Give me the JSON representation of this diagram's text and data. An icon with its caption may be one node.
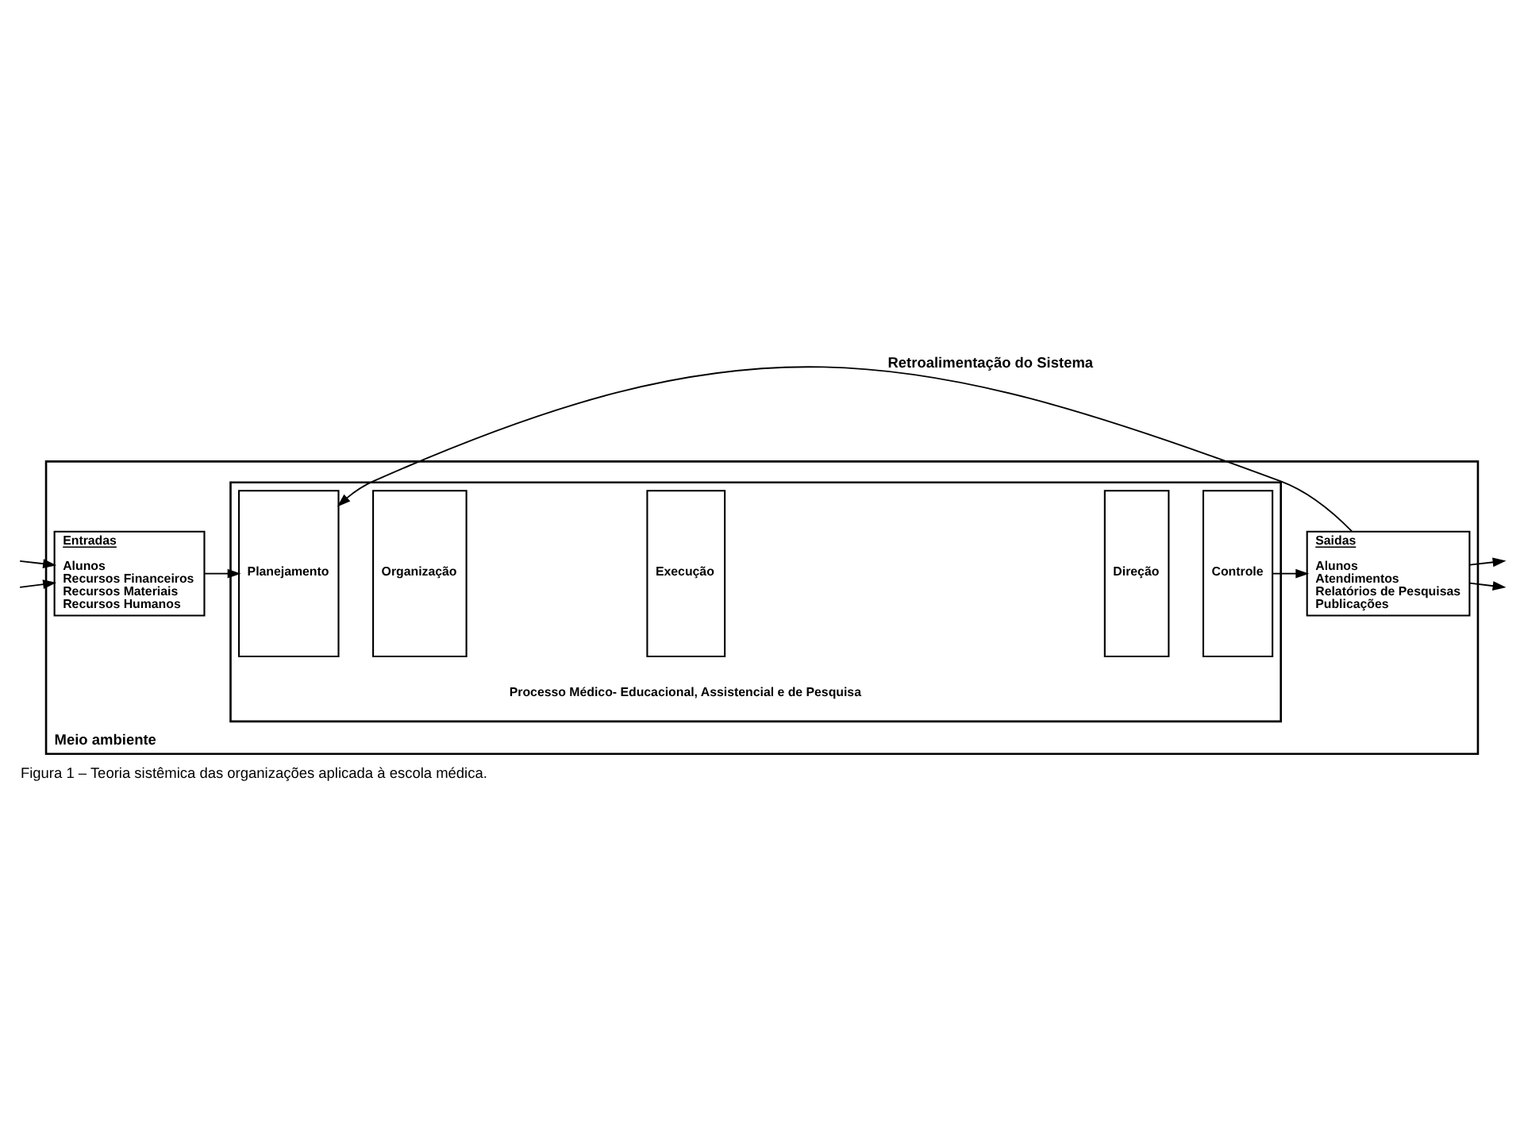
{
  "diagram": {
    "caption": "Figura 1 – Teoria sistêmica das organizações aplicada à escola médica.",
    "nodes": [
      {
        "text": [
          "Meio ambiente"
        ]
      },
      {
        "text": [],
        "shape": "box",
        "in": 0
      },
      {
        "text": [
          "Entradas",
          "Alunos",
          "Recursos Financeiros",
          "Recursos Materiais",
          "Recursos Humanos"
        ],
        "in": 0
      },
      {
        "text": [
          "Planejamento"
        ],
        "in": 1
      },
      {
        "text": [
          "Organização"
        ],
        "in": 1
      },
      {
        "text": [
          "Execução"
        ],
        "in": 1
      },
      {
        "text": [
          "Direção"
        ],
        "in": 1
      },
      {
        "text": [
          "Controle"
        ],
        "in": 1
      },
      {
        "text": [
          "Saidas",
          "Alunos",
          "Atendimentos",
          "Relatórios de Pesquisas",
          "Publicações"
        ],
        "in": 0
      }
    ],
    "edges": [
      {
        "from": null,
        "to": 2,
        "arrow": "to"
      },
      {
        "from": null,
        "to": 2,
        "arrow": "to"
      },
      {
        "from": 2,
        "to": 3,
        "arrow": "to"
      },
      {
        "from": 7,
        "to": 8,
        "arrow": "to"
      },
      {
        "from": 8,
        "to": null,
        "arrow": "to"
      },
      {
        "from": 8,
        "to": null,
        "arrow": "to"
      },
      {
        "from": 8,
        "to": 3,
        "arrow": "to",
        "label": "Retroalimentação do Sistema"
      }
    ],
    "labels": [
      "Processo Médico- Educacional, Assistencial e de Pesquisa"
    ]
  }
}
